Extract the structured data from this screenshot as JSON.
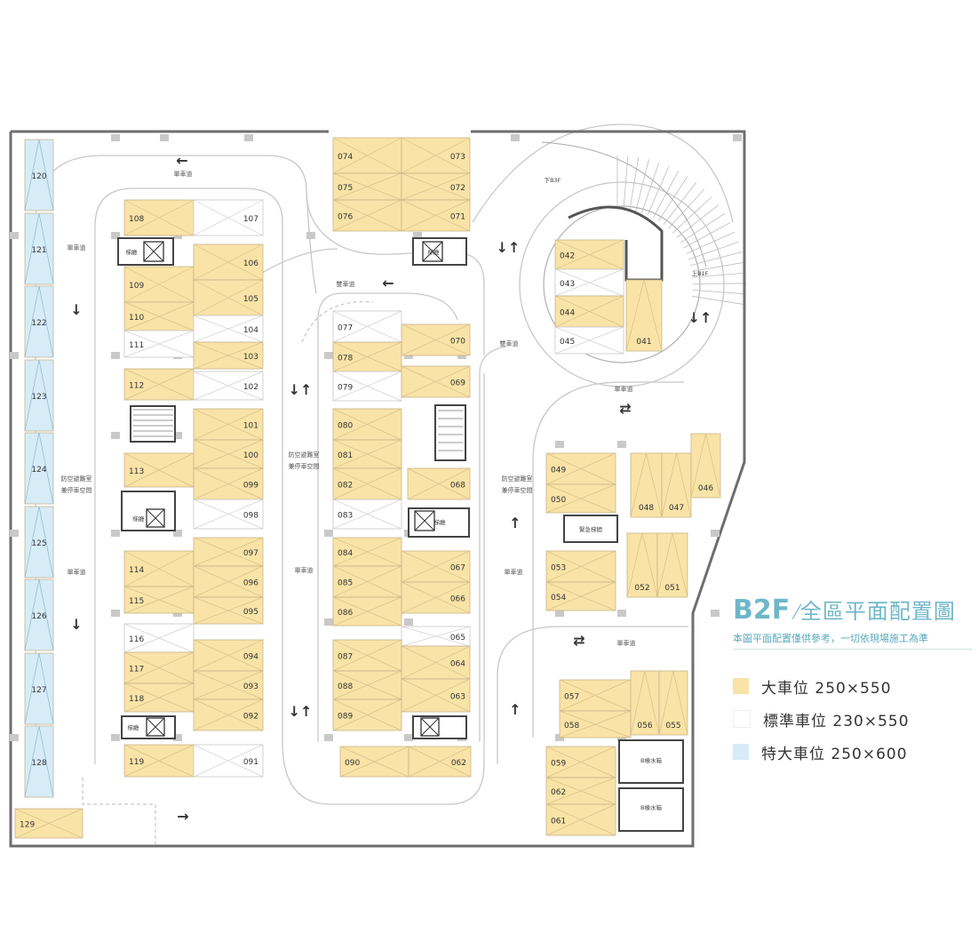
{
  "title": {
    "code": "B2F",
    "name": "全區平面配置圖",
    "note": "本圖平面配置僅供參考，一切依現場施工為準"
  },
  "legend": [
    {
      "label": "大車位 250×550",
      "color": "#f9e3a6"
    },
    {
      "label": "標準車位 230×550",
      "color": "#ffffff"
    },
    {
      "label": "特大車位 250×600",
      "color": "#d6ecf7"
    }
  ],
  "colors": {
    "large": "#f9e3a6",
    "standard": "#ffffff",
    "xl": "#d6ecf7",
    "wall": "#6e6e6e",
    "line": "#9a9a9a"
  },
  "lane_labels": [
    "單車道",
    "單車道",
    "單車道",
    "單車道",
    "雙車道",
    "雙車道",
    "單車道",
    "單車道",
    "單車道"
  ],
  "room_labels": [
    "防空避難室",
    "兼停車空間",
    "防空避難室",
    "兼停車空間",
    "防空避難室",
    "兼停車空間"
  ],
  "facility_labels": [
    "梯廳",
    "梯廳",
    "梯廳",
    "梯廳",
    "梯廳",
    "緊急梯間",
    "B棟水箱",
    "B棟水箱",
    "下B3F",
    "上B1F"
  ],
  "spaces": [
    {
      "id": "120",
      "type": "xl"
    },
    {
      "id": "121",
      "type": "xl"
    },
    {
      "id": "122",
      "type": "xl"
    },
    {
      "id": "123",
      "type": "xl"
    },
    {
      "id": "124",
      "type": "xl"
    },
    {
      "id": "125",
      "type": "xl"
    },
    {
      "id": "126",
      "type": "xl"
    },
    {
      "id": "127",
      "type": "xl"
    },
    {
      "id": "128",
      "type": "xl"
    },
    {
      "id": "129",
      "type": "large"
    },
    {
      "id": "108",
      "type": "large"
    },
    {
      "id": "107",
      "type": "standard"
    },
    {
      "id": "109",
      "type": "large"
    },
    {
      "id": "106",
      "type": "large"
    },
    {
      "id": "110",
      "type": "large"
    },
    {
      "id": "105",
      "type": "large"
    },
    {
      "id": "111",
      "type": "standard"
    },
    {
      "id": "104",
      "type": "standard"
    },
    {
      "id": "103",
      "type": "large"
    },
    {
      "id": "112",
      "type": "large"
    },
    {
      "id": "102",
      "type": "standard"
    },
    {
      "id": "101",
      "type": "large"
    },
    {
      "id": "100",
      "type": "large"
    },
    {
      "id": "113",
      "type": "large"
    },
    {
      "id": "099",
      "type": "large"
    },
    {
      "id": "098",
      "type": "standard"
    },
    {
      "id": "114",
      "type": "large"
    },
    {
      "id": "097",
      "type": "large"
    },
    {
      "id": "096",
      "type": "large"
    },
    {
      "id": "115",
      "type": "large"
    },
    {
      "id": "095",
      "type": "large"
    },
    {
      "id": "116",
      "type": "standard"
    },
    {
      "id": "117",
      "type": "large"
    },
    {
      "id": "094",
      "type": "large"
    },
    {
      "id": "093",
      "type": "large"
    },
    {
      "id": "118",
      "type": "large"
    },
    {
      "id": "092",
      "type": "large"
    },
    {
      "id": "119",
      "type": "large"
    },
    {
      "id": "091",
      "type": "standard"
    },
    {
      "id": "074",
      "type": "large"
    },
    {
      "id": "073",
      "type": "large"
    },
    {
      "id": "075",
      "type": "large"
    },
    {
      "id": "072",
      "type": "large"
    },
    {
      "id": "076",
      "type": "large"
    },
    {
      "id": "071",
      "type": "large"
    },
    {
      "id": "077",
      "type": "standard"
    },
    {
      "id": "070",
      "type": "large"
    },
    {
      "id": "078",
      "type": "large"
    },
    {
      "id": "079",
      "type": "standard"
    },
    {
      "id": "069",
      "type": "large"
    },
    {
      "id": "080",
      "type": "large"
    },
    {
      "id": "081",
      "type": "large"
    },
    {
      "id": "082",
      "type": "large"
    },
    {
      "id": "068",
      "type": "large"
    },
    {
      "id": "083",
      "type": "standard"
    },
    {
      "id": "084",
      "type": "large"
    },
    {
      "id": "067",
      "type": "large"
    },
    {
      "id": "085",
      "type": "large"
    },
    {
      "id": "066",
      "type": "large"
    },
    {
      "id": "086",
      "type": "large"
    },
    {
      "id": "065",
      "type": "standard"
    },
    {
      "id": "087",
      "type": "large"
    },
    {
      "id": "064",
      "type": "large"
    },
    {
      "id": "088",
      "type": "large"
    },
    {
      "id": "063",
      "type": "large"
    },
    {
      "id": "089",
      "type": "large"
    },
    {
      "id": "090",
      "type": "large"
    },
    {
      "id": "062",
      "type": "large"
    },
    {
      "id": "042",
      "type": "large"
    },
    {
      "id": "043",
      "type": "standard"
    },
    {
      "id": "044",
      "type": "large"
    },
    {
      "id": "045",
      "type": "standard"
    },
    {
      "id": "041",
      "type": "large"
    },
    {
      "id": "049",
      "type": "large"
    },
    {
      "id": "050",
      "type": "large"
    },
    {
      "id": "048",
      "type": "large"
    },
    {
      "id": "047",
      "type": "large"
    },
    {
      "id": "046",
      "type": "large"
    },
    {
      "id": "053",
      "type": "large"
    },
    {
      "id": "054",
      "type": "large"
    },
    {
      "id": "052",
      "type": "large"
    },
    {
      "id": "051",
      "type": "large"
    },
    {
      "id": "057",
      "type": "large"
    },
    {
      "id": "058",
      "type": "large"
    },
    {
      "id": "056",
      "type": "large"
    },
    {
      "id": "055",
      "type": "large"
    },
    {
      "id": "059",
      "type": "large"
    },
    {
      "id": "062",
      "type": "large"
    },
    {
      "id": "061",
      "type": "large"
    }
  ]
}
